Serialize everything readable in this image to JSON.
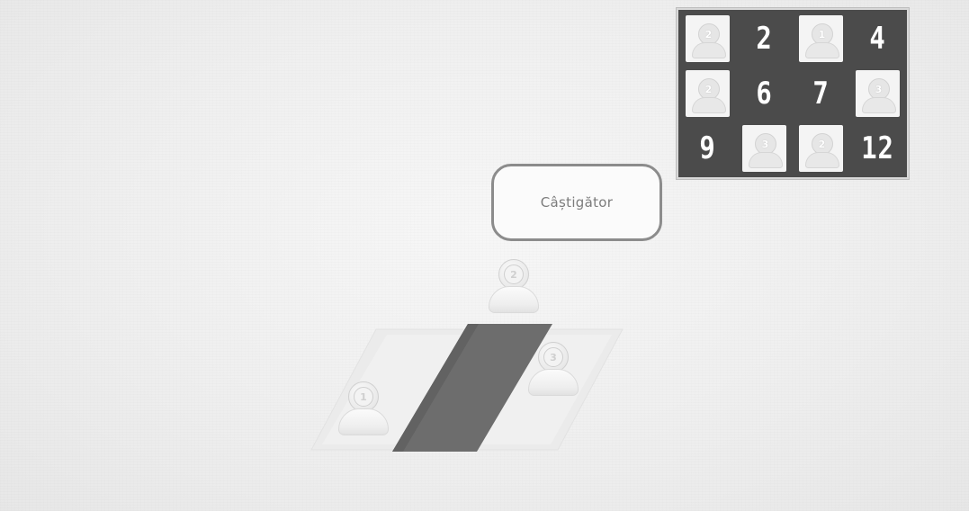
{
  "board": {
    "rows": [
      [
        {
          "kind": "pawn",
          "pawn": "2"
        },
        {
          "kind": "number",
          "value": "2"
        },
        {
          "kind": "pawn",
          "pawn": "1"
        },
        {
          "kind": "number",
          "value": "4"
        }
      ],
      [
        {
          "kind": "pawn",
          "pawn": "2"
        },
        {
          "kind": "number",
          "value": "6"
        },
        {
          "kind": "number",
          "value": "7"
        },
        {
          "kind": "pawn",
          "pawn": "3"
        }
      ],
      [
        {
          "kind": "number",
          "value": "9"
        },
        {
          "kind": "pawn",
          "pawn": "3"
        },
        {
          "kind": "pawn",
          "pawn": "2"
        },
        {
          "kind": "number",
          "value": "12"
        }
      ]
    ]
  },
  "bubble": {
    "text": "Câștigător"
  },
  "pawns": [
    {
      "id": "pawn-2",
      "label": "2"
    },
    {
      "id": "pawn-3",
      "label": "3"
    },
    {
      "id": "pawn-1",
      "label": "1"
    }
  ],
  "colors": {
    "board_background": "#4b4b4b",
    "bridge": "#6e6e6e",
    "floor": "#ececec",
    "bubble_border": "#8c8c8c"
  }
}
